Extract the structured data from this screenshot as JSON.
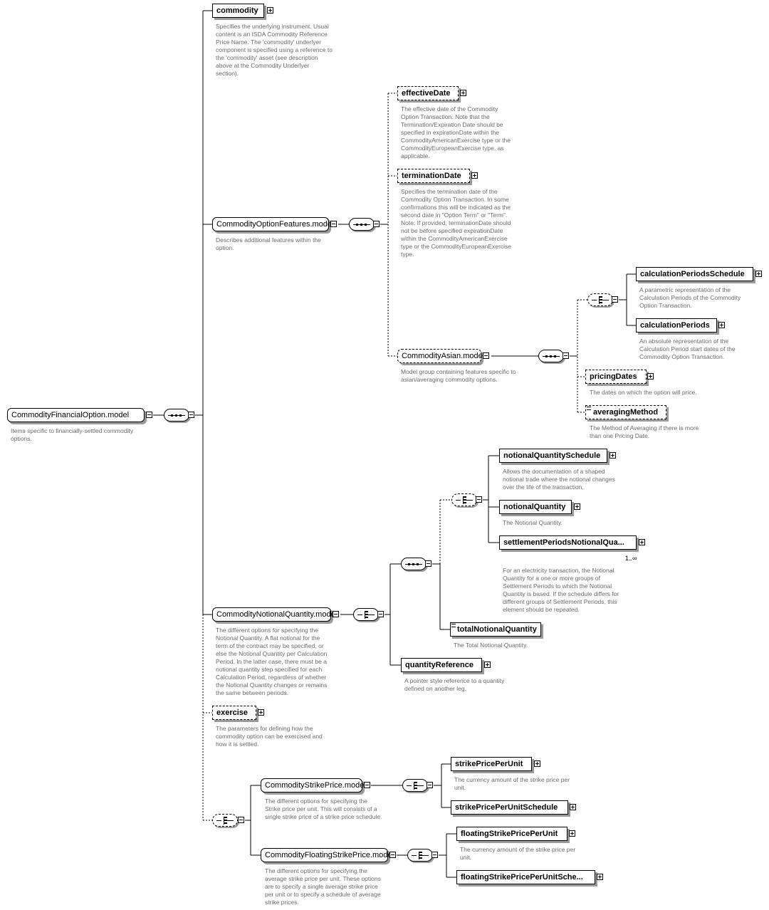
{
  "nodes": {
    "root": {
      "label": "CommodityFinancialOption.model",
      "desc": "Items specific to financially-settled commodity\noptions."
    },
    "commodity": {
      "label": "commodity",
      "desc": "Specifies the underlying instrument. Usual\ncontent is an ISDA Commodity Reference\nPrice Name. The 'commodity' underlyer\ncomponent is specified using a reference to\nthe 'commodity' asset (see description\nabove at the Commodity Underlyer\nsection)."
    },
    "optionFeatures": {
      "label": "CommodityOptionFeatures.model",
      "desc": "Describes additional features within the\noption."
    },
    "effectiveDate": {
      "label": "effectiveDate",
      "desc": "The effective date of the Commodity\nOption Transaction. Note that the\nTermination/Expiration Date should be\nspecified in expirationDate within the\nCommodityAmericanExercise type or the\nCommodityEuropeanExercise type, as\napplicable."
    },
    "terminationDate": {
      "label": "terminationDate",
      "desc": "Specifies the termination date of the\nCommodity Option Transaction. In some\nconfirmations this will be indicated as the\nsecond date in \"Option Term\" or \"Term\".\nNote: If provided, terminationDate should\nnot be before specified expirationDate\nwithin the CommodityAmericanExercise\ntype or the CommodityEuropeanExercise\ntype."
    },
    "asianModel": {
      "label": "CommodityAsian.model",
      "desc": "Model group containing features specific to\nasian/averaging commodity options."
    },
    "calcPeriodsSchedule": {
      "label": "calculationPeriodsSchedule",
      "desc": "A parametric representation of the\nCalculation Periods of the Commodity\nOption Transaction."
    },
    "calcPeriods": {
      "label": "calculationPeriods",
      "desc": "An absolute representation of the\nCalculation Period start dates of the\nCommodity Option Transaction."
    },
    "pricingDates": {
      "label": "pricingDates",
      "desc": "The dates on which the option will price."
    },
    "averagingMethod": {
      "label": "averagingMethod",
      "desc": "The Method of Averaging if there is more\nthan one Pricing Date."
    },
    "notionalQtySchedule": {
      "label": "notionalQuantitySchedule",
      "desc": "Allows the documentation of a shaped\nnotional trade where the notional changes\nover the life of the transaction."
    },
    "notionalQty": {
      "label": "notionalQuantity",
      "desc": "The Notional Quantity."
    },
    "settlementPeriods": {
      "label": "settlementPeriodsNotionalQua...",
      "card": "1..∞",
      "desc": "For an electricity transaction, the Notional\nQuantity for a one or more groups of\nSettlement Periods to which the Notional\nQuantity is based. If the schedule differs for\ndifferent groups of Settlement Periods, this\nelement should be repeated."
    },
    "totalNotionalQty": {
      "label": "totalNotionalQuantity",
      "desc": "The Total Notional Quantity."
    },
    "quantityRef": {
      "label": "quantityReference",
      "desc": "A pointer style reference to a quantity\ndefined on another leg."
    },
    "notionalModel": {
      "label": "CommodityNotionalQuantity.model",
      "desc": "The different options for specifying the\nNotional Quantity. A flat notional for the\nterm of the contract may be specified, or\nelse the Notional Quantity per Calculation\nPeriod. In the latter case, there must be a\nnotional quantity step specified for each\nCalculation Period, regardless of whether\nthe Notional Quantity changes or remains\nthe same between periods."
    },
    "exercise": {
      "label": "exercise",
      "desc": "The parameters for defining how the\ncommodity option can be exercised and\nhow it is settled."
    },
    "strikeModel": {
      "label": "CommodityStrikePrice.model",
      "desc": "The different options for specifying the\nStrike price per unit. This will consists of a\nsingle strike price of a strike price schedule."
    },
    "strikePPU": {
      "label": "strikePricePerUnit",
      "desc": "The currency amount of the strike price per\nunit."
    },
    "strikePPUSchedule": {
      "label": "strikePricePerUnitSchedule",
      "desc": ""
    },
    "floatStrikeModel": {
      "label": "CommodityFloatingStrikePrice.model",
      "desc": "The different options for specifying the\naverage strike price per unit. These options\nare to specify a single average strike price\nper unit or to specify a schedule of average\nstrike prices."
    },
    "floatStrikePPU": {
      "label": "floatingStrikePricePerUnit",
      "desc": "The currency amount of the strike price per\nunit."
    },
    "floatStrikePPUSchedule": {
      "label": "floatingStrikePricePerUnitSche...",
      "desc": ""
    }
  }
}
